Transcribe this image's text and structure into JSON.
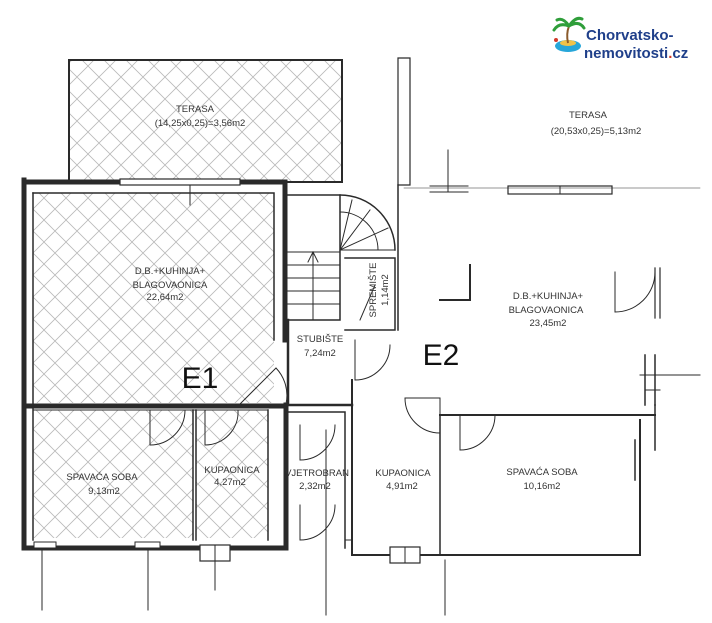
{
  "logo": {
    "line1": "Chorvatsko-",
    "line2_a": "nemovitosti",
    "line2_dot": ".",
    "line2_b": "cz"
  },
  "units": {
    "e1": "E1",
    "e2": "E2"
  },
  "rooms": {
    "terasa_e1": {
      "name": "TERASA",
      "area": "(14,25x0,25)=3,56m2"
    },
    "terasa_e2": {
      "name": "TERASA",
      "area": "(20,53x0,25)=5,13m2"
    },
    "living_e1": {
      "name1": "D.B.+KUHINJA+",
      "name2": "BLAGOVAONICA",
      "area": "22,64m2"
    },
    "living_e2": {
      "name1": "D.B.+KUHINJA+",
      "name2": "BLAGOVAONICA",
      "area": "23,45m2"
    },
    "spremiste": {
      "name": "SPREMIŠTE",
      "area": "1,14m2"
    },
    "stubiste": {
      "name": "STUBIŠTE",
      "area": "7,24m2"
    },
    "spavaca_e1": {
      "name": "SPAVAĆA SOBA",
      "area": "9,13m2"
    },
    "kupaonica_e1": {
      "name": "KUPAONICA",
      "area": "4,27m2"
    },
    "vjetrobran": {
      "name": "VJETROBRAN",
      "area": "2,32m2"
    },
    "kupaonica_e2": {
      "name": "KUPAONICA",
      "area": "4,91m2"
    },
    "spavaca_e2": {
      "name": "SPAVAĆA SOBA",
      "area": "10,16m2"
    }
  }
}
